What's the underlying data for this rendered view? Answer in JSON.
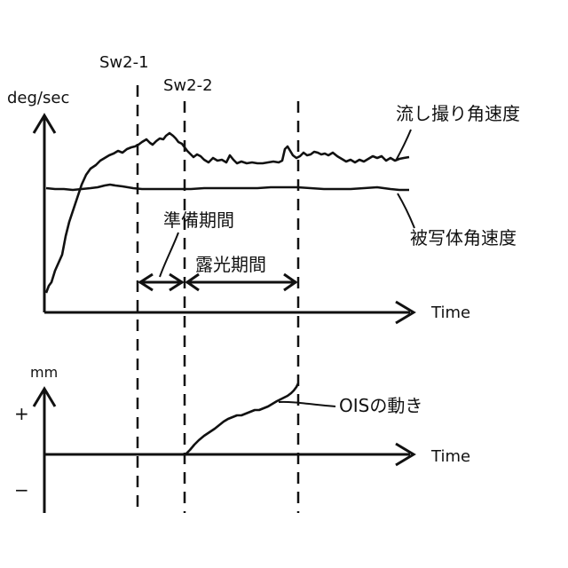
{
  "top_chart": {
    "y_unit": "deg/sec",
    "x_label": "Time",
    "series": {
      "panning_angular_velocity": "流し撮り角速度",
      "subject_angular_velocity": "被写体角速度"
    }
  },
  "markers": {
    "sw2_1": "Sw2-1",
    "sw2_2": "Sw2-2"
  },
  "periods": {
    "preparation": "準備期間",
    "exposure": "露光期間"
  },
  "bottom_chart": {
    "y_unit": "mm",
    "plus_label": "+",
    "minus_label": "−",
    "x_label": "Time",
    "ois_label": "OISの動き"
  },
  "colors": {
    "ink": "#111111",
    "background": "#ffffff"
  }
}
